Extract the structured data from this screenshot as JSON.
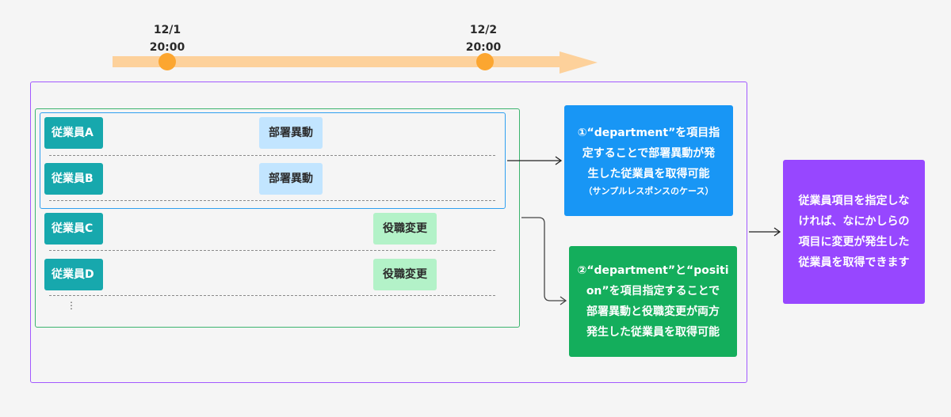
{
  "timeline": {
    "points": [
      {
        "date": "12/1",
        "time": "20:00"
      },
      {
        "date": "12/2",
        "time": "20:00"
      }
    ]
  },
  "employees": [
    {
      "name": "従業員A",
      "change": "部署異動",
      "type": "department"
    },
    {
      "name": "従業員B",
      "change": "部署異動",
      "type": "department"
    },
    {
      "name": "従業員C",
      "change": "役職変更",
      "type": "position"
    },
    {
      "name": "従業員D",
      "change": "役職変更",
      "type": "position"
    }
  ],
  "more_indicator": "⋮",
  "boxes": {
    "department": {
      "lines": [
        "①“department”を項目指",
        "定することで部署異動が発",
        "生した従業員を取得可能"
      ],
      "sub": "（サンプルレスポンスのケース）"
    },
    "both": {
      "lines": [
        "②“department”と“positi",
        "on”を項目指定することで",
        "部署異動と役職変更が両方",
        "発生した従業員を取得可能"
      ]
    },
    "none": {
      "lines": [
        "従業員項目を指定しな",
        "ければ、なにかしらの",
        "項目に変更が発生した",
        "従業員を取得できます"
      ]
    }
  },
  "colors": {
    "timeline": "#fdd19b",
    "timeline_dot": "#fca630",
    "employee": "#17a8ad",
    "department_tag": "#c2e5ff",
    "position_tag": "#b3f2c8",
    "box_blue": "#1896f5",
    "box_green": "#14ae5c",
    "box_purple": "#9747ff"
  }
}
